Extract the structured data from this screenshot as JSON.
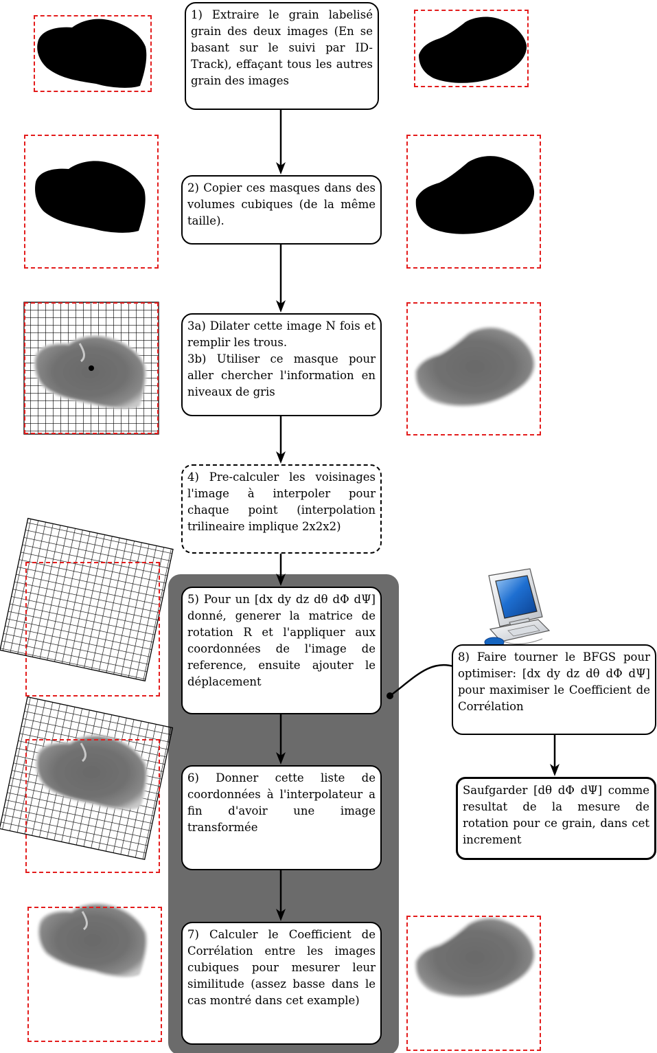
{
  "steps": {
    "s1": "1) Extraire le grain labelisé grain des deux images (En se basant sur le suivi par ID-Track), effaçant tous les autres grain des images",
    "s2": "2) Copier ces masques dans des volumes cubiques (de la même taille).",
    "s3": "3a) Dilater cette image N fois et remplir les trous.\n3b) Utiliser ce masque pour aller chercher l'information en niveaux de gris",
    "s4": "4) Pre-calculer les voisinages l'image à interpoler pour chaque point (interpolation trilineaire implique 2x2x2)",
    "s5": "5) Pour un [dx dy dz dθ dΦ dΨ] donné, generer la matrice de rotation R et l'appliquer aux coordonnées de l'image de reference, ensuite ajouter le déplacement",
    "s6": "6) Donner cette liste de coordonnées à l'interpolateur a fin d'avoir une image transformée",
    "s7": "7) Calculer le Coefficient de Corrélation entre les images cubiques pour mesurer leur similitude (assez basse dans le cas montré dans cet example)",
    "s8": "8) Faire tourner le BFGS pour optimiser: [dx dy dz dθ dΦ dΨ] pour maximiser le Coefficient de Corrélation",
    "s9": "Saufgarder [dθ dΦ dΨ] comme resultat de la mesure de rotation pour ce grain, dans cet increment"
  },
  "colors": {
    "frame": "#e31b1b",
    "panel": "#6b6b6b",
    "mask": "#000000",
    "grain_gray": "#707070",
    "grid": "#000000",
    "screen_blue": "#1565c0"
  },
  "icons": {
    "computer": "desktop-computer-icon"
  }
}
